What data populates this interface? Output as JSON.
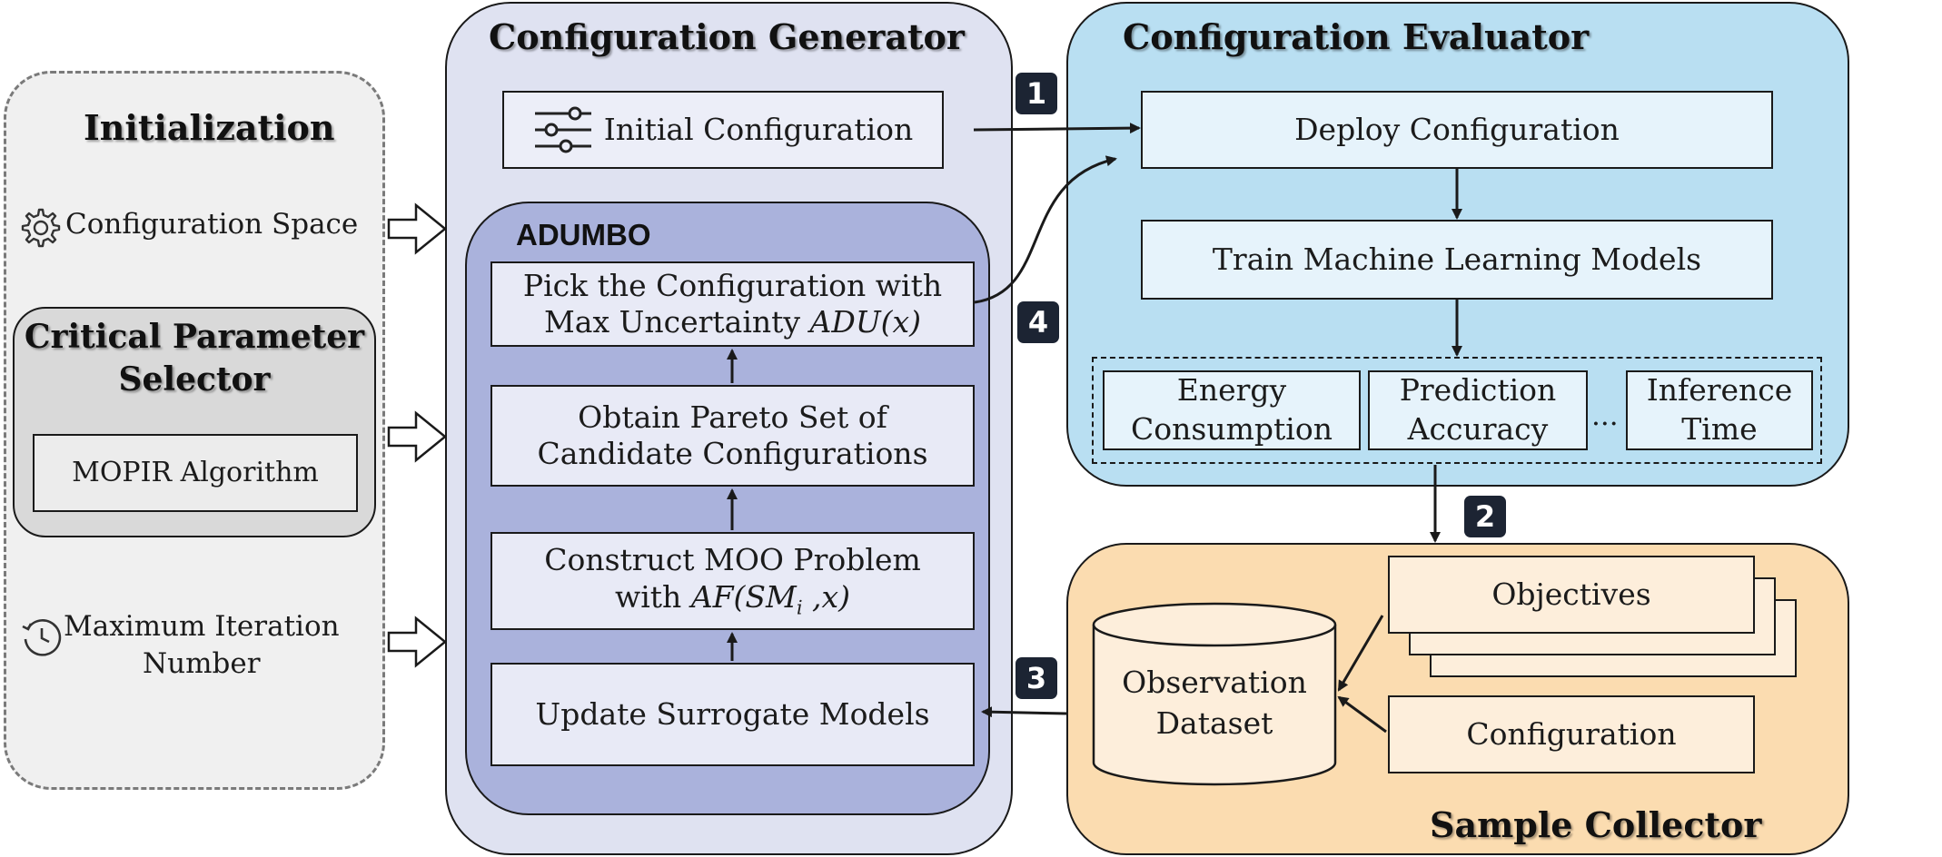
{
  "initialization": {
    "title": "Initialization",
    "config_space": "Configuration Space",
    "selector_title_l1": "Critical Parameter",
    "selector_title_l2": "Selector",
    "mopir": "MOPIR Algorithm",
    "max_iter_l1": "Maximum Iteration",
    "max_iter_l2": "Number"
  },
  "generator": {
    "title": "Configuration Generator",
    "initial_config": "Initial Configuration",
    "adumbo_label": "ADUMBO",
    "pick_l1": "Pick the Configuration with",
    "pick_l2a": "Max Uncertainty ",
    "pick_l2b": "ADU(x)",
    "pareto_l1": "Obtain  Pareto Set of",
    "pareto_l2": "Candidate Configurations",
    "moo_l1": "Construct  MOO Problem",
    "moo_l2a": "with ",
    "moo_l2b": "AF(SM",
    "moo_sub": "i",
    "moo_l2c": " ,x)",
    "update": "Update Surrogate Models"
  },
  "evaluator": {
    "title": "Configuration Evaluator",
    "deploy": "Deploy Configuration",
    "train": "Train Machine Learning Models",
    "energy_l1": "Energy",
    "energy_l2": "Consumption",
    "accuracy_l1": "Prediction",
    "accuracy_l2": "Accuracy",
    "ellipsis": "...",
    "inference_l1": "Inference",
    "inference_l2": "Time"
  },
  "collector": {
    "title": "Sample Collector",
    "objectives": "Objectives",
    "configuration": "Configuration",
    "obs_l1": "Observation",
    "obs_l2": "Dataset"
  },
  "steps": {
    "s1": "1",
    "s2": "2",
    "s3": "3",
    "s4": "4"
  },
  "colors": {
    "init_bg": "#f0f0f0",
    "selector_bg": "#d9d9d9",
    "generator_bg": "#dfe2f1",
    "adumbo_bg": "#aab2dc",
    "inner_box_bg": "#e8eaf6",
    "evaluator_bg": "#b9dff2",
    "eval_box_bg": "#e6f3fb",
    "collector_bg": "#fbdcb0",
    "collector_box_bg": "#fdeedb",
    "badge_bg": "#1c2433"
  },
  "icons": [
    "gear-icon",
    "sliders-icon",
    "history-clock-icon",
    "database-cylinder-icon"
  ]
}
